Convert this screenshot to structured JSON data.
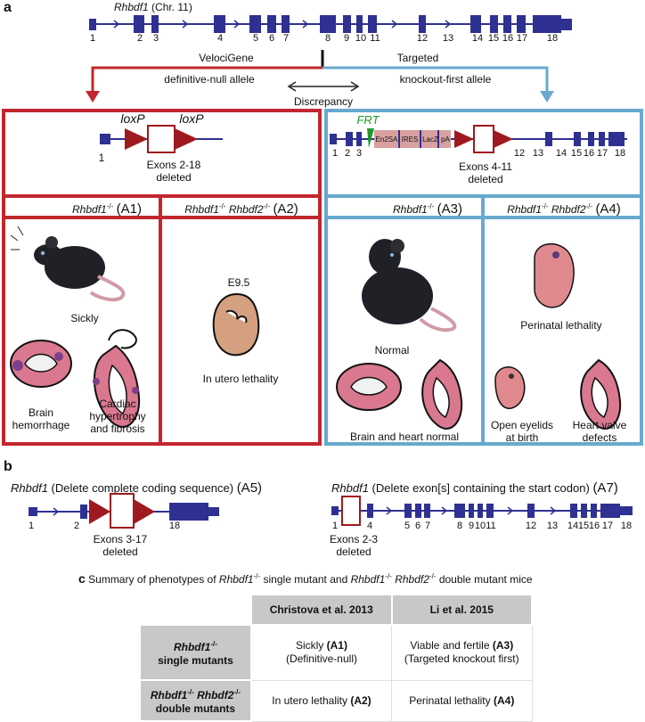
{
  "panels": {
    "a": "a",
    "b": "b",
    "c": "c"
  },
  "gene": {
    "name": "Rhbdf1",
    "chr": "(Chr. 11)"
  },
  "exons_top": [
    "1",
    "2",
    "3",
    "4",
    "5",
    "6",
    "7",
    "8",
    "9",
    "10",
    "11",
    "12",
    "13",
    "14",
    "15",
    "16",
    "17",
    "18"
  ],
  "split": {
    "left": "VelociGene",
    "right": "Targeted",
    "left_allele": "definitive-null allele",
    "right_allele": "knockout-first allele",
    "discrepancy": "Discrepancy"
  },
  "left_construct": {
    "loxp1": "loxP",
    "loxp2": "loxP",
    "exon1": "1",
    "caption1": "Exons 2-18",
    "caption2": "deleted"
  },
  "right_construct": {
    "frt": "FRT",
    "cassette": [
      "En2SA",
      "IRES",
      "LacZ",
      "pA"
    ],
    "exons": [
      "1",
      "2",
      "3",
      "12",
      "13",
      "14",
      "15",
      "16",
      "17",
      "18"
    ],
    "caption1": "Exons 4-11",
    "caption2": "deleted"
  },
  "row_headers": {
    "A1": {
      "geno": "Rhbdf1",
      "sup": "-/-",
      "tag": "(A1)"
    },
    "A2": {
      "geno1": "Rhbdf1",
      "sup1": "-/-",
      "geno2": "Rhbdf2",
      "sup2": "-/-",
      "tag": "(A2)"
    },
    "A3": {
      "geno": "Rhbdf1",
      "sup": "-/-",
      "tag": "(A3)"
    },
    "A4": {
      "geno1": "Rhbdf1",
      "sup1": "-/-",
      "geno2": "Rhbdf2",
      "sup2": "-/-",
      "tag": "(A4)"
    }
  },
  "phenotypes": {
    "a1_main": "Sickly",
    "a1_brain1": "Brain",
    "a1_brain2": "hemorrhage",
    "a1_heart1": "Cardiac",
    "a1_heart2": "hypertrophy",
    "a1_heart3": "and fibrosis",
    "a2_stage": "E9.5",
    "a2_main": "In utero lethality",
    "a3_main": "Normal",
    "a3_sub": "Brain and heart normal",
    "a4_main": "Perinatal lethality",
    "a4_eye1": "Open eyelids",
    "a4_eye2": "at birth",
    "a4_heart1": "Heart valve",
    "a4_heart2": "defects"
  },
  "b": {
    "a5_gene": "Rhbdf1",
    "a5_title": "(Delete complete coding sequence)",
    "a5_tag": "(A5)",
    "a5_exons": [
      "1",
      "2",
      "18"
    ],
    "a5_cap1": "Exons 3-17",
    "a5_cap2": "deleted",
    "a7_gene": "Rhbdf1",
    "a7_title": "(Delete exon[s] containing the start codon)",
    "a7_tag": "(A7)",
    "a7_exons": [
      "1",
      "4",
      "5",
      "6",
      "7",
      "8",
      "9",
      "10",
      "11",
      "12",
      "13",
      "14",
      "15",
      "16",
      "17",
      "18"
    ],
    "a7_cap1": "Exons 2-3",
    "a7_cap2": "deleted"
  },
  "summary": {
    "title_pre": "Summary of phenotypes of",
    "title_g1": "Rhbdf1",
    "title_s1": "-/-",
    "title_mid": "single mutant and",
    "title_g2": "Rhbdf1",
    "title_s2": "-/-",
    "title_g3": "Rhbdf2",
    "title_s3": "-/-",
    "title_post": "double mutant mice",
    "col1": "Christova et al. 2013",
    "col2": "Li et al. 2015",
    "row1_g": "Rhbdf1",
    "row1_s": "-/-",
    "row1_label": "single mutants",
    "row2_g1": "Rhbdf1",
    "row2_s1": "-/-",
    "row2_g2": "Rhbdf2",
    "row2_s2": "-/-",
    "row2_label": "double mutants",
    "r1c1_a": "Sickly",
    "r1c1_tag": "(A1)",
    "r1c1_b": "(Definitive-null)",
    "r1c2_a": "Viable and fertile",
    "r1c2_tag": "(A3)",
    "r1c2_b": "(Targeted knockout first)",
    "r2c1_a": "In utero lethality",
    "r2c1_tag": "(A2)",
    "r2c2_a": "Perinatal lethality",
    "r2c2_tag": "(A4)"
  },
  "colors": {
    "exon": "#2e3192",
    "red": "#c1272d",
    "blue": "#67a9cf",
    "loxp": "#9e1a1e",
    "frt": "#1a9a2a",
    "cassette": "#d9a0a0",
    "tissue": "#d9788f",
    "embryo": "#d4a080"
  }
}
